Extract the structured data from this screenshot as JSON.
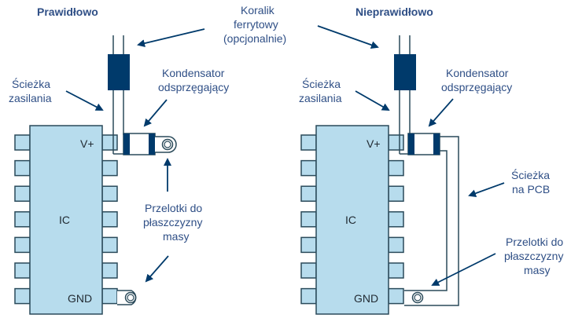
{
  "colors": {
    "label": "#2f4f86",
    "dark_blue": "#003a6b",
    "ic_fill": "#b7dced",
    "outline": "#2a4a5a",
    "trace": "#2a4a5a"
  },
  "labels": {
    "correct_title": "Prawidłowo",
    "incorrect_title": "Nieprawidłowo",
    "ferrite_bead": [
      "Koralik",
      "ferrytowy",
      "(opcjonalnie)"
    ],
    "power_trace_left": [
      "Ścieżka",
      "zasilania"
    ],
    "power_trace_right": [
      "Ścieżka",
      "zasilania"
    ],
    "decoupling_cap_left": [
      "Kondensator",
      "odsprzęgający"
    ],
    "decoupling_cap_right": [
      "Kondensator",
      "odsprzęgający"
    ],
    "vias_left": [
      "Przelotki do",
      "płaszczyzny",
      "masy"
    ],
    "vias_right": [
      "Przelotki do",
      "płaszczyzny",
      "masy"
    ],
    "pcb_trace": [
      "Ścieżka",
      "na PCB"
    ]
  },
  "ic": {
    "name": "IC",
    "vplus_pin": "V+",
    "gnd_pin": "GND",
    "pins_per_side": 7
  }
}
